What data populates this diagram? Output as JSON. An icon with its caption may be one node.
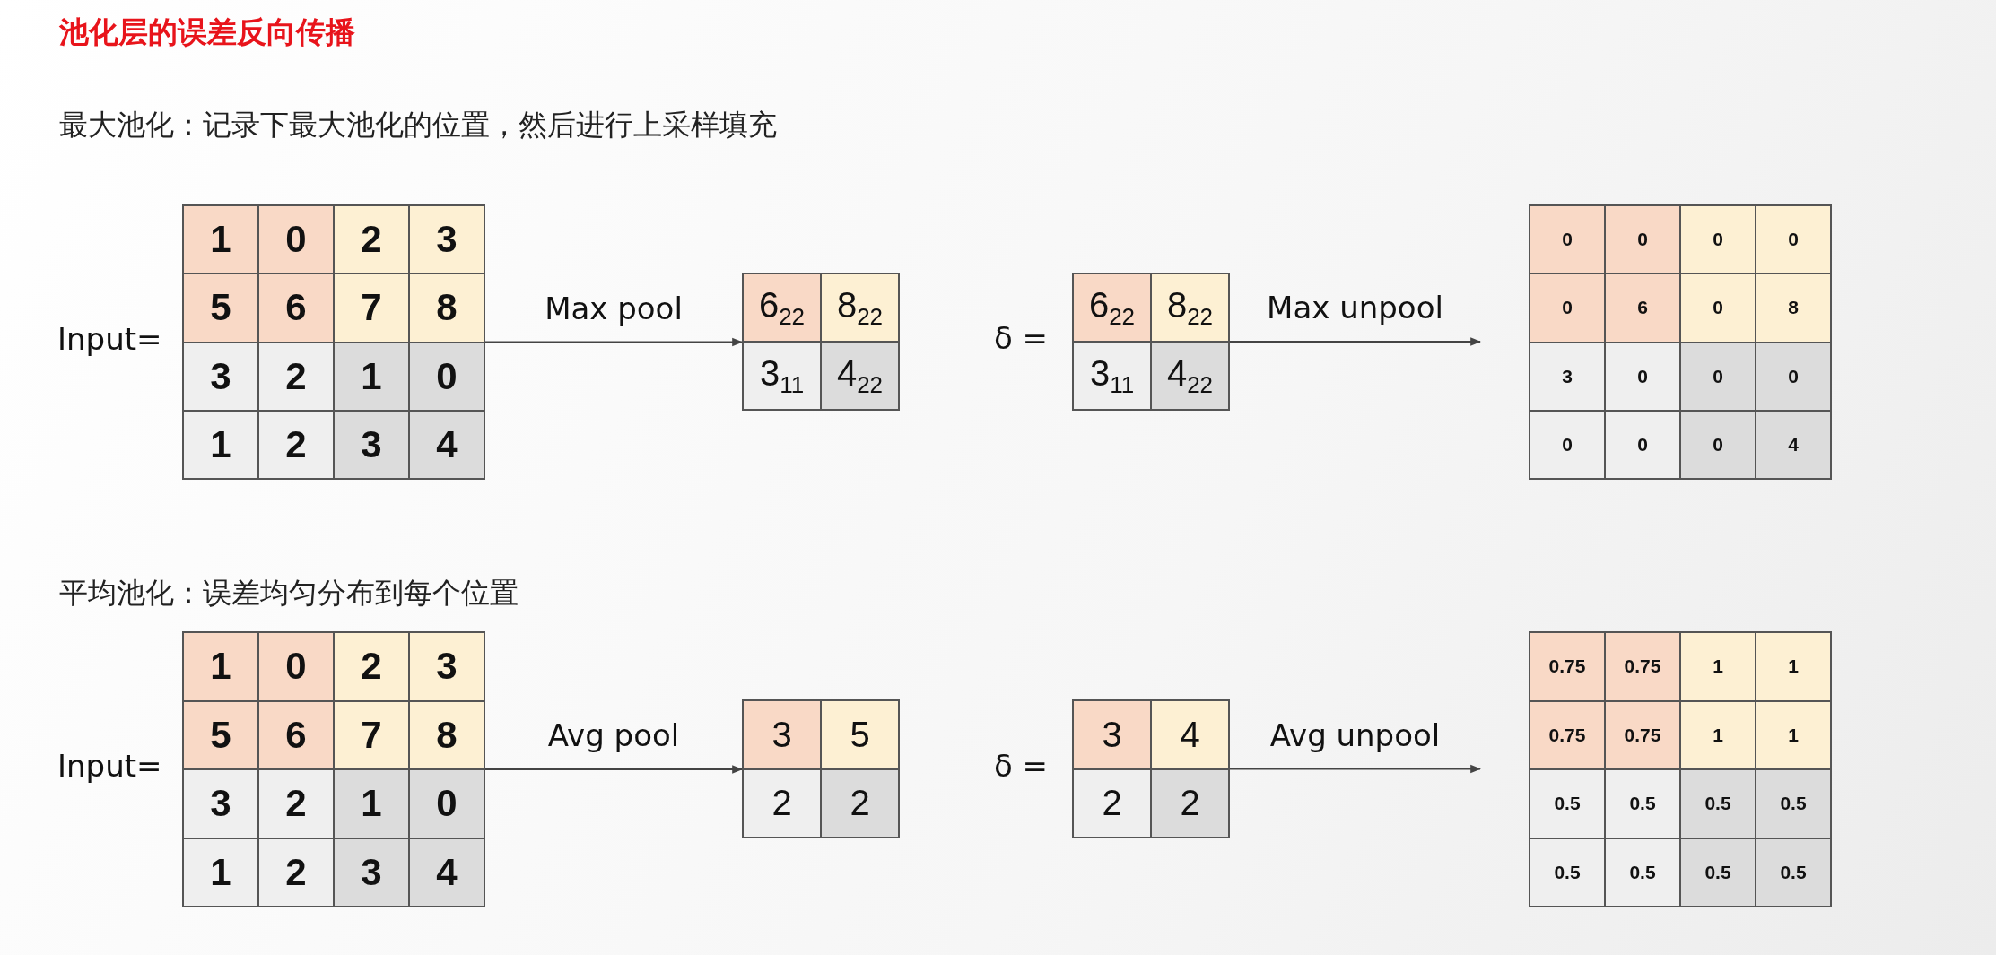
{
  "diagram": {
    "title": "池化层的误差反向传播",
    "nodes": [
      {
        "text": [
          "1",
          "0",
          "2",
          "3",
          "5",
          "6",
          "7",
          "8",
          "3",
          "2",
          "1",
          "0",
          "1",
          "2",
          "3",
          "4"
        ],
        "beside": [
          "Input="
        ]
      },
      {
        "text": [
          "6$_{22}$",
          "8$_{22}$",
          "3$_{11}$",
          "4$_{22}$"
        ]
      },
      {
        "text": [
          "6$_{22}$",
          "8$_{22}$",
          "3$_{11}$",
          "4$_{22}$"
        ],
        "beside": [
          "δ ="
        ]
      },
      {
        "text": [
          "0",
          "0",
          "0",
          "0",
          "0",
          "6",
          "0",
          "8",
          "3",
          "0",
          "0",
          "0",
          "0",
          "0",
          "0",
          "4"
        ]
      },
      {
        "text": [
          "1",
          "0",
          "2",
          "3",
          "5",
          "6",
          "7",
          "8",
          "3",
          "2",
          "1",
          "0",
          "1",
          "2",
          "3",
          "4"
        ],
        "beside": [
          "Input="
        ]
      },
      {
        "text": [
          "3",
          "5",
          "2",
          "2"
        ]
      },
      {
        "text": [
          "3",
          "4",
          "2",
          "2"
        ],
        "beside": [
          "δ ="
        ]
      },
      {
        "text": [
          "0.75",
          "0.75",
          "1",
          "1",
          "0.75",
          "0.75",
          "1",
          "1",
          "0.5",
          "0.5",
          "0.5",
          "0.5",
          "0.5",
          "0.5",
          "0.5",
          "0.5"
        ]
      }
    ],
    "edges": [
      {
        "from": 0,
        "to": 1,
        "arrow": "to",
        "label": "Max pool"
      },
      {
        "from": 2,
        "to": 3,
        "arrow": "to",
        "label": "Max unpool"
      },
      {
        "from": 4,
        "to": 5,
        "arrow": "to",
        "label": "Avg pool"
      },
      {
        "from": 6,
        "to": 7,
        "arrow": "to",
        "label": "Avg unpool"
      }
    ],
    "labels": [
      "最大池化：记录下最大池化的位置，然后进行上采样填充",
      "平均池化：误差均匀分布到每个位置"
    ]
  }
}
